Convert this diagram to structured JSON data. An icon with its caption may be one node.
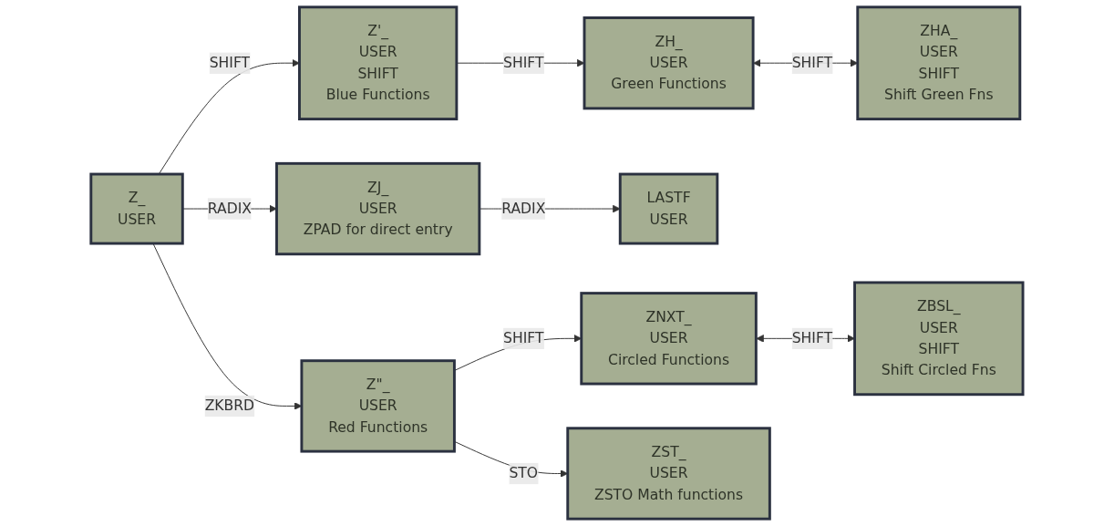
{
  "diagram": {
    "nodes": [
      {
        "text": [
          "Z'_",
          "USER",
          "SHIFT",
          "Blue Functions"
        ]
      },
      {
        "text": [
          "ZH_",
          "USER",
          "Green Functions"
        ]
      },
      {
        "text": [
          "ZHA_",
          "USER",
          "SHIFT",
          "Shift Green Fns"
        ]
      },
      {
        "text": [
          "Z_",
          "USER"
        ]
      },
      {
        "text": [
          "ZJ_",
          "USER",
          "ZPAD for direct entry"
        ]
      },
      {
        "text": [
          "LASTF",
          "USER"
        ]
      },
      {
        "text": [
          "Z\"_",
          "USER",
          "Red Functions"
        ]
      },
      {
        "text": [
          "ZNXT_",
          "USER",
          "Circled Functions"
        ]
      },
      {
        "text": [
          "ZBSL_",
          "USER",
          "SHIFT",
          "Shift Circled Fns"
        ]
      },
      {
        "text": [
          "ZST_",
          "USER",
          "ZSTO Math functions"
        ]
      }
    ],
    "edges": [
      {
        "from": 3,
        "to": 0,
        "arrow": "to",
        "label": "SHIFT"
      },
      {
        "from": 0,
        "to": 1,
        "arrow": "to",
        "label": "SHIFT"
      },
      {
        "from": 1,
        "to": 2,
        "arrow": "both",
        "label": "SHIFT"
      },
      {
        "from": 3,
        "to": 4,
        "arrow": "to",
        "label": "RADIX"
      },
      {
        "from": 4,
        "to": 5,
        "arrow": "to",
        "label": "RADIX"
      },
      {
        "from": 3,
        "to": 6,
        "arrow": "to",
        "label": "ZKBRD"
      },
      {
        "from": 6,
        "to": 7,
        "arrow": "to",
        "label": "SHIFT"
      },
      {
        "from": 7,
        "to": 8,
        "arrow": "both",
        "label": "SHIFT"
      },
      {
        "from": 6,
        "to": 9,
        "arrow": "to",
        "label": "STO"
      }
    ]
  }
}
